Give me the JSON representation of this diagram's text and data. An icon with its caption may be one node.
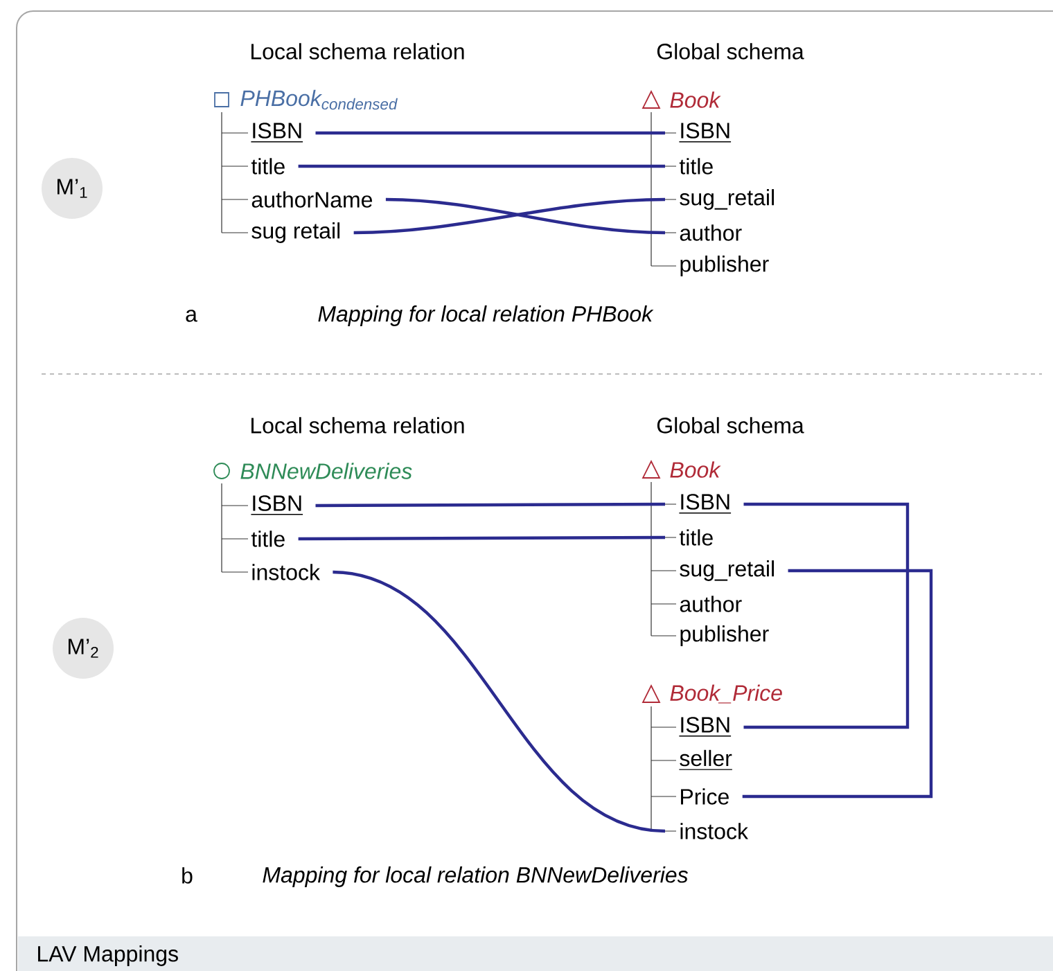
{
  "diagram": {
    "caption": "LAV Mappings",
    "nodes": [
      {
        "text": [
          "M’$_{1}$"
        ]
      },
      {
        "text": [
          "\\textit{PHBook}_{\\textit{condensed}}"
        ]
      },
      {
        "text": [
          "ISBN"
        ]
      },
      {
        "text": [
          "title"
        ]
      },
      {
        "text": [
          "authorName"
        ]
      },
      {
        "text": [
          "sug retail"
        ]
      },
      {
        "text": [
          "Book"
        ]
      },
      {
        "text": [
          "ISBN"
        ]
      },
      {
        "text": [
          "title"
        ]
      },
      {
        "text": [
          "sug_retail"
        ]
      },
      {
        "text": [
          "author"
        ]
      },
      {
        "text": [
          "publisher"
        ]
      },
      {
        "text": [
          "M’$_{2}$"
        ]
      },
      {
        "text": [
          "BNNewDeliveries"
        ]
      },
      {
        "text": [
          "ISBN"
        ]
      },
      {
        "text": [
          "title"
        ]
      },
      {
        "text": [
          "instock"
        ]
      },
      {
        "text": [
          "Book"
        ]
      },
      {
        "text": [
          "ISBN"
        ]
      },
      {
        "text": [
          "title"
        ]
      },
      {
        "text": [
          "sug_retail"
        ]
      },
      {
        "text": [
          "author"
        ]
      },
      {
        "text": [
          "publisher"
        ]
      },
      {
        "text": [
          "Book_Price"
        ]
      },
      {
        "text": [
          "ISBN"
        ]
      },
      {
        "text": [
          "seller"
        ]
      },
      {
        "text": [
          "Price"
        ]
      },
      {
        "text": [
          "instock"
        ]
      }
    ],
    "edges": [
      {
        "from": 1,
        "to": 2,
        "arrow": "none"
      },
      {
        "from": 1,
        "to": 3,
        "arrow": "none"
      },
      {
        "from": 1,
        "to": 4,
        "arrow": "none"
      },
      {
        "from": 1,
        "to": 5,
        "arrow": "none"
      },
      {
        "from": 6,
        "to": 7,
        "arrow": "none"
      },
      {
        "from": 6,
        "to": 8,
        "arrow": "none"
      },
      {
        "from": 6,
        "to": 9,
        "arrow": "none"
      },
      {
        "from": 6,
        "to": 10,
        "arrow": "none"
      },
      {
        "from": 6,
        "to": 11,
        "arrow": "none"
      },
      {
        "from": 2,
        "to": 7,
        "arrow": "none",
        "style": "thick",
        "color": "#2b2b8f"
      },
      {
        "from": 3,
        "to": 8,
        "arrow": "none",
        "style": "thick",
        "color": "#2b2b8f"
      },
      {
        "from": 4,
        "to": 10,
        "arrow": "none",
        "style": "thick",
        "color": "#2b2b8f"
      },
      {
        "from": 5,
        "to": 9,
        "arrow": "none",
        "style": "thick",
        "color": "#2b2b8f"
      },
      {
        "from": 13,
        "to": 14,
        "arrow": "none"
      },
      {
        "from": 13,
        "to": 15,
        "arrow": "none"
      },
      {
        "from": 13,
        "to": 16,
        "arrow": "none"
      },
      {
        "from": 17,
        "to": 18,
        "arrow": "none"
      },
      {
        "from": 17,
        "to": 19,
        "arrow": "none"
      },
      {
        "from": 17,
        "to": 20,
        "arrow": "none"
      },
      {
        "from": 17,
        "to": 21,
        "arrow": "none"
      },
      {
        "from": 17,
        "to": 22,
        "arrow": "none"
      },
      {
        "from": 23,
        "to": 24,
        "arrow": "none"
      },
      {
        "from": 23,
        "to": 25,
        "arrow": "none"
      },
      {
        "from": 23,
        "to": 26,
        "arrow": "none"
      },
      {
        "from": 23,
        "to": 27,
        "arrow": "none"
      },
      {
        "from": 14,
        "to": 18,
        "arrow": "none",
        "style": "thick",
        "color": "#2b2b8f"
      },
      {
        "from": 15,
        "to": 19,
        "arrow": "none",
        "style": "thick",
        "color": "#2b2b8f"
      },
      {
        "from": 16,
        "to": 27,
        "arrow": "none",
        "style": "thick",
        "color": "#2b2b8f"
      },
      {
        "from": 18,
        "to": 24,
        "arrow": "none",
        "style": "thick",
        "color": "#2b2b8f"
      },
      {
        "from": 20,
        "to": 26,
        "arrow": "none",
        "style": "thick",
        "color": "#2b2b8f"
      }
    ],
    "labels": [
      "Local schema relation",
      "Global schema",
      "a",
      "Mapping for local relation PHBook",
      "Local schema relation",
      "Global schema",
      "b",
      "Mapping for local relation BNNewDeliveries"
    ]
  }
}
